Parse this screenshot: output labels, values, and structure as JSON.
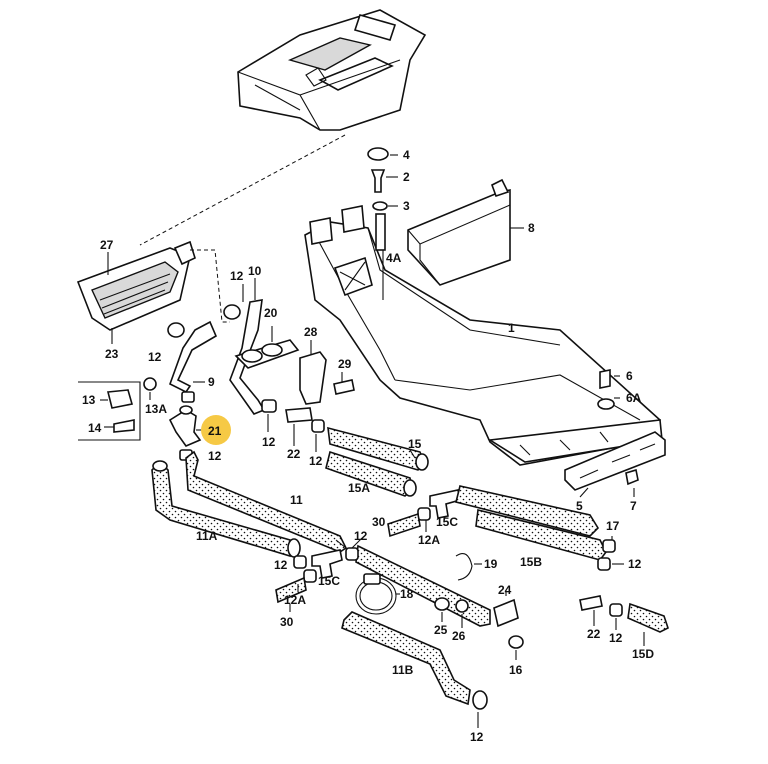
{
  "colors": {
    "highlight": "#f6c945",
    "line": "#111111",
    "background": "#ffffff"
  },
  "callouts": [
    {
      "id": "c4",
      "text": "4"
    },
    {
      "id": "c2",
      "text": "2"
    },
    {
      "id": "c3",
      "text": "3"
    },
    {
      "id": "c4a",
      "text": "4A"
    },
    {
      "id": "c8",
      "text": "8"
    },
    {
      "id": "c1",
      "text": "1"
    },
    {
      "id": "c27",
      "text": "27"
    },
    {
      "id": "c23",
      "text": "23"
    },
    {
      "id": "c12a",
      "text": "12"
    },
    {
      "id": "c10",
      "text": "10"
    },
    {
      "id": "c20",
      "text": "20"
    },
    {
      "id": "c28",
      "text": "28"
    },
    {
      "id": "c29",
      "text": "29"
    },
    {
      "id": "c12b",
      "text": "12"
    },
    {
      "id": "c9",
      "text": "9"
    },
    {
      "id": "c13",
      "text": "13"
    },
    {
      "id": "c13a",
      "text": "13A"
    },
    {
      "id": "c14",
      "text": "14"
    },
    {
      "id": "c21",
      "text": "21"
    },
    {
      "id": "c12c",
      "text": "12"
    },
    {
      "id": "c12d",
      "text": "12"
    },
    {
      "id": "c22",
      "text": "22"
    },
    {
      "id": "c12e",
      "text": "12"
    },
    {
      "id": "c15",
      "text": "15"
    },
    {
      "id": "c15a",
      "text": "15A"
    },
    {
      "id": "c6",
      "text": "6"
    },
    {
      "id": "c6a",
      "text": "6A"
    },
    {
      "id": "c5",
      "text": "5"
    },
    {
      "id": "c7",
      "text": "7"
    },
    {
      "id": "c11",
      "text": "11"
    },
    {
      "id": "c11a",
      "text": "11A"
    },
    {
      "id": "c30",
      "text": "30"
    },
    {
      "id": "c15c",
      "text": "15C"
    },
    {
      "id": "c12f",
      "text": "12A"
    },
    {
      "id": "c15b",
      "text": "15B"
    },
    {
      "id": "c17",
      "text": "17"
    },
    {
      "id": "c12g",
      "text": "12"
    },
    {
      "id": "c12h",
      "text": "12"
    },
    {
      "id": "c15c2",
      "text": "15C"
    },
    {
      "id": "c12i",
      "text": "12A"
    },
    {
      "id": "c30b",
      "text": "30"
    },
    {
      "id": "c12j",
      "text": "12"
    },
    {
      "id": "c19",
      "text": "19"
    },
    {
      "id": "c18",
      "text": "18"
    },
    {
      "id": "c24",
      "text": "24"
    },
    {
      "id": "c25",
      "text": "25"
    },
    {
      "id": "c26",
      "text": "26"
    },
    {
      "id": "c16",
      "text": "16"
    },
    {
      "id": "c22b",
      "text": "22"
    },
    {
      "id": "c12k",
      "text": "12"
    },
    {
      "id": "c15d",
      "text": "15D"
    },
    {
      "id": "c11b",
      "text": "11B"
    },
    {
      "id": "c12l",
      "text": "12"
    }
  ]
}
